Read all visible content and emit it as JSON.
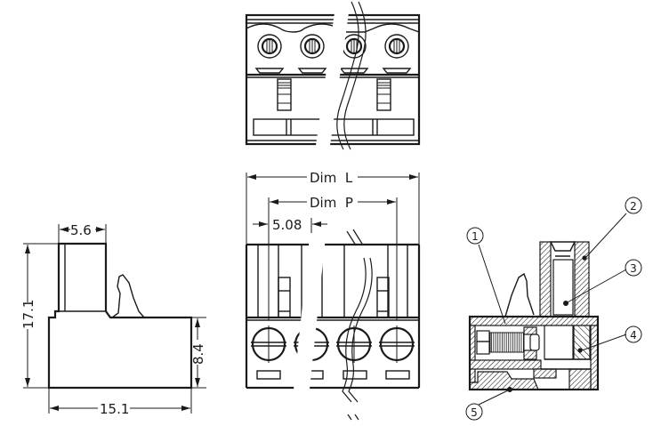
{
  "drawing": {
    "title": "Pluggable terminal block connector - technical drawing",
    "top_view": {
      "pole_count_shown": 4
    },
    "front_view": {
      "dim_overall_label": "Dim  L",
      "dim_pitch_span_label": "Dim  P",
      "pitch_label": "5.08",
      "pole_count_shown": 4
    },
    "side_view": {
      "width_top_label": "5.6",
      "height_total_label": "17.1",
      "height_body_label": "8.4",
      "depth_label": "15.1"
    },
    "section_view": {
      "callouts": [
        {
          "number": "1",
          "label": "①"
        },
        {
          "number": "2",
          "label": "②"
        },
        {
          "number": "3",
          "label": "③"
        },
        {
          "number": "4",
          "label": "④"
        },
        {
          "number": "5",
          "label": "⑤"
        }
      ]
    }
  }
}
